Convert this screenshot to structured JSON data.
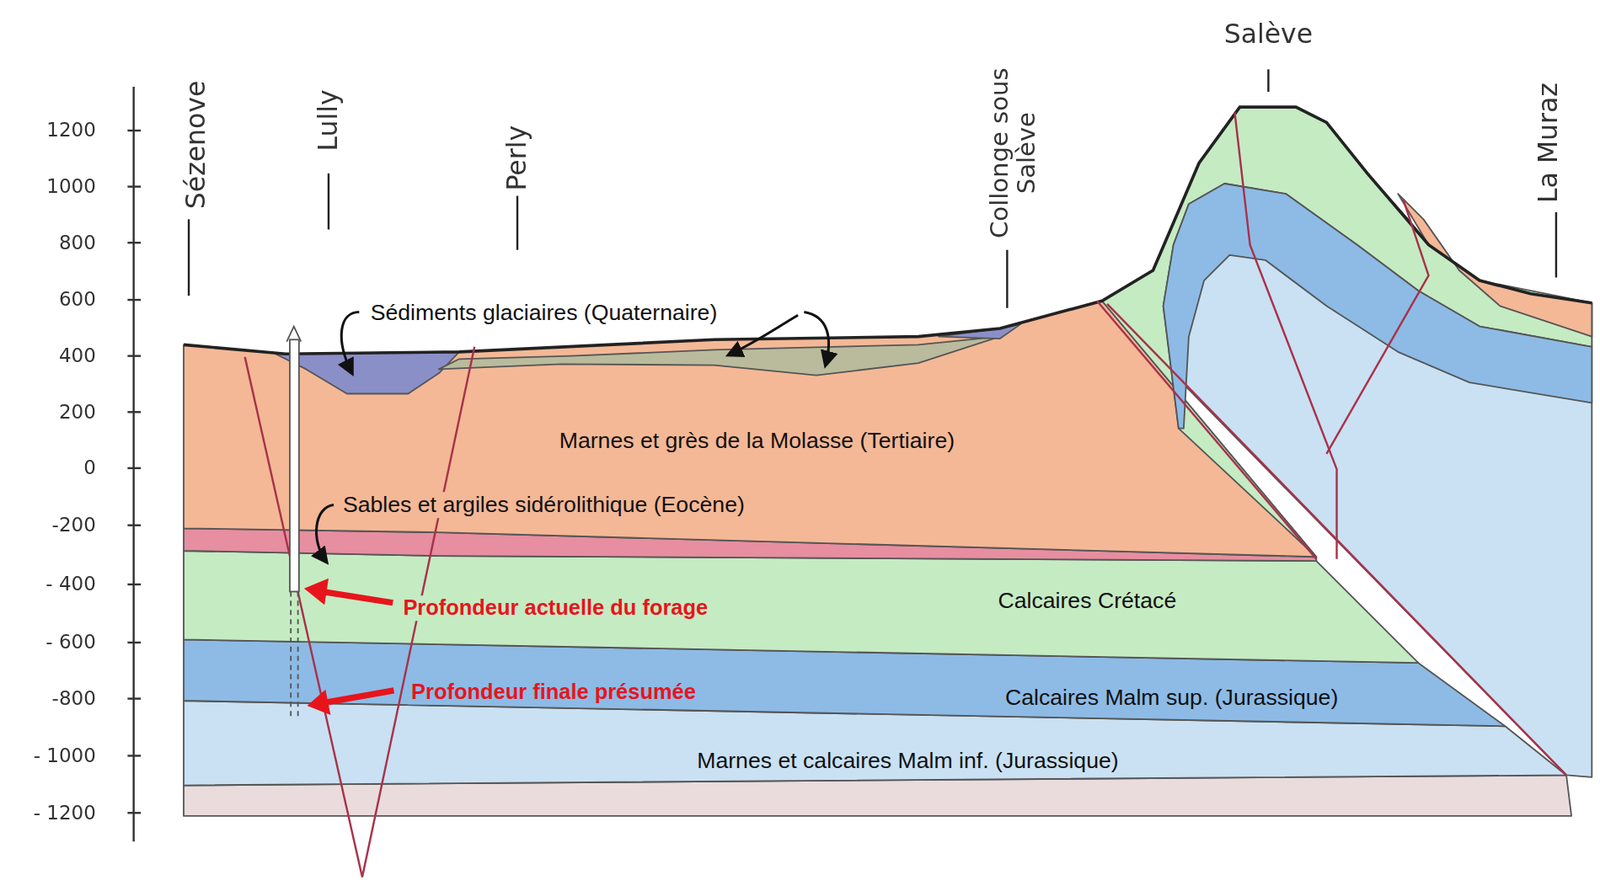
{
  "diagram": {
    "labels": [
      "Sézenove",
      "Lully",
      "Perly",
      "Collonge sous Salève",
      "Salève",
      "La Muraz",
      "Sédiments glaciaires (Quaternaire)",
      "Marnes et grès de la Molasse (Tertiaire)",
      "Sables et argiles sidérolithique (Eocène)",
      "Calcaires Crétacé",
      "Profondeur actuelle du forage",
      "Calcaires Malm sup. (Jurassique)",
      "Profondeur finale présumée",
      "Marnes et calcaires Malm inf. (Jurassique)",
      "1200",
      "1000",
      "800",
      "600",
      "400",
      "200",
      "0",
      "-200",
      "- 400",
      "- 600",
      "-800",
      "- 1000",
      "- 1200"
    ]
  }
}
